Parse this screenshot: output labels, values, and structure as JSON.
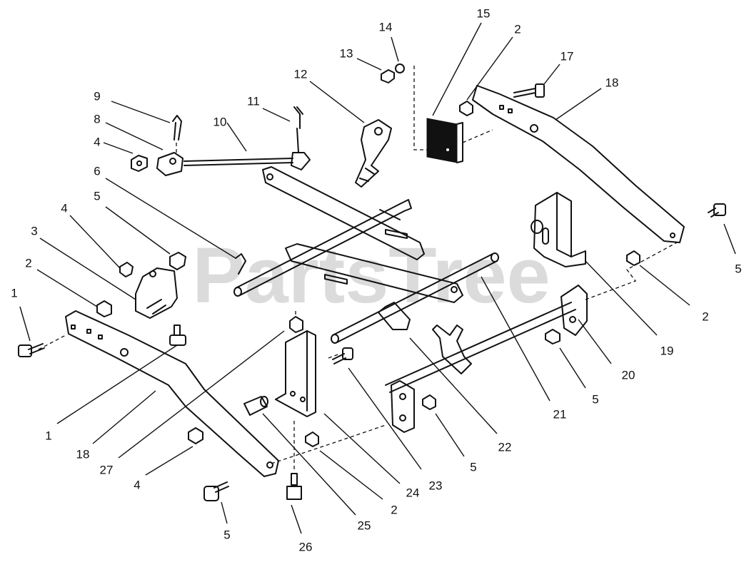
{
  "watermark": "PartsTree",
  "callouts": [
    {
      "id": "c1",
      "label": "1"
    },
    {
      "id": "c2",
      "label": "2"
    },
    {
      "id": "c3",
      "label": "3"
    },
    {
      "id": "c4",
      "label": "4"
    },
    {
      "id": "c5",
      "label": "5"
    },
    {
      "id": "c6",
      "label": "6"
    },
    {
      "id": "c8",
      "label": "8"
    },
    {
      "id": "c9",
      "label": "9"
    },
    {
      "id": "c10",
      "label": "10"
    },
    {
      "id": "c11",
      "label": "11"
    },
    {
      "id": "c12",
      "label": "12"
    },
    {
      "id": "c13",
      "label": "13"
    },
    {
      "id": "c14",
      "label": "14"
    },
    {
      "id": "c15",
      "label": "15"
    },
    {
      "id": "c17",
      "label": "17"
    },
    {
      "id": "c18",
      "label": "18"
    },
    {
      "id": "c19",
      "label": "19"
    },
    {
      "id": "c20",
      "label": "20"
    },
    {
      "id": "c21",
      "label": "21"
    },
    {
      "id": "c22",
      "label": "22"
    },
    {
      "id": "c23",
      "label": "23"
    },
    {
      "id": "c24",
      "label": "24"
    },
    {
      "id": "c25",
      "label": "25"
    },
    {
      "id": "c26",
      "label": "26"
    },
    {
      "id": "c27",
      "label": "27"
    }
  ]
}
